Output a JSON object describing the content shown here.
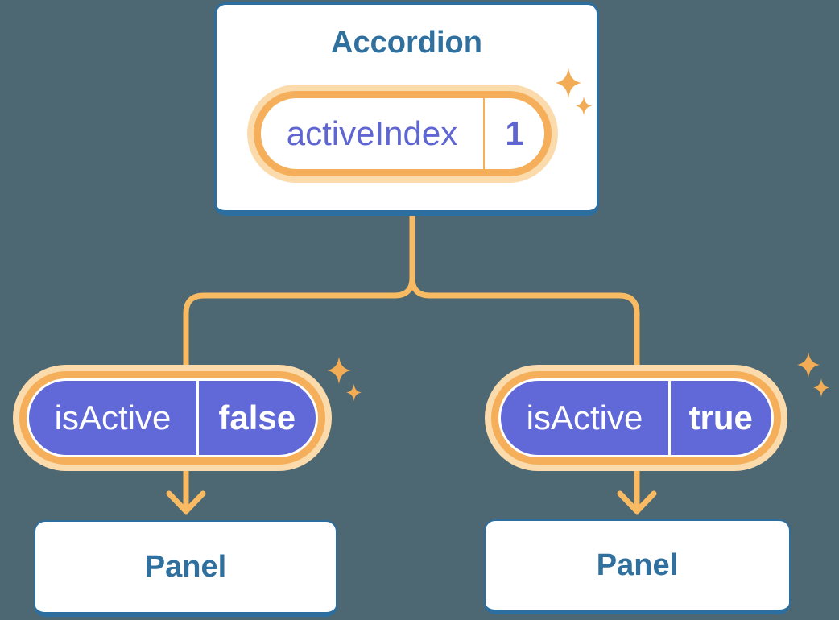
{
  "diagram": {
    "accordion": {
      "title": "Accordion",
      "state": {
        "label": "activeIndex",
        "value": "1"
      }
    },
    "children": [
      {
        "prop": {
          "label": "isActive",
          "value": "false"
        },
        "panel": {
          "label": "Panel"
        }
      },
      {
        "prop": {
          "label": "isActive",
          "value": "true"
        },
        "panel": {
          "label": "Panel"
        }
      }
    ]
  },
  "icons": {
    "sparkle": "sparkle-icon"
  },
  "colors": {
    "bg": "#4D6872",
    "card-border": "#2B6E9F",
    "blue-text": "#2F709E",
    "purple": "#6168D8",
    "purple-text": "#5F66D1",
    "orange-ring": "#F5AF5A",
    "orange-glow": "#FBDBAC",
    "orange-line": "#F8BB64",
    "sparkle": "#F2AC55"
  }
}
